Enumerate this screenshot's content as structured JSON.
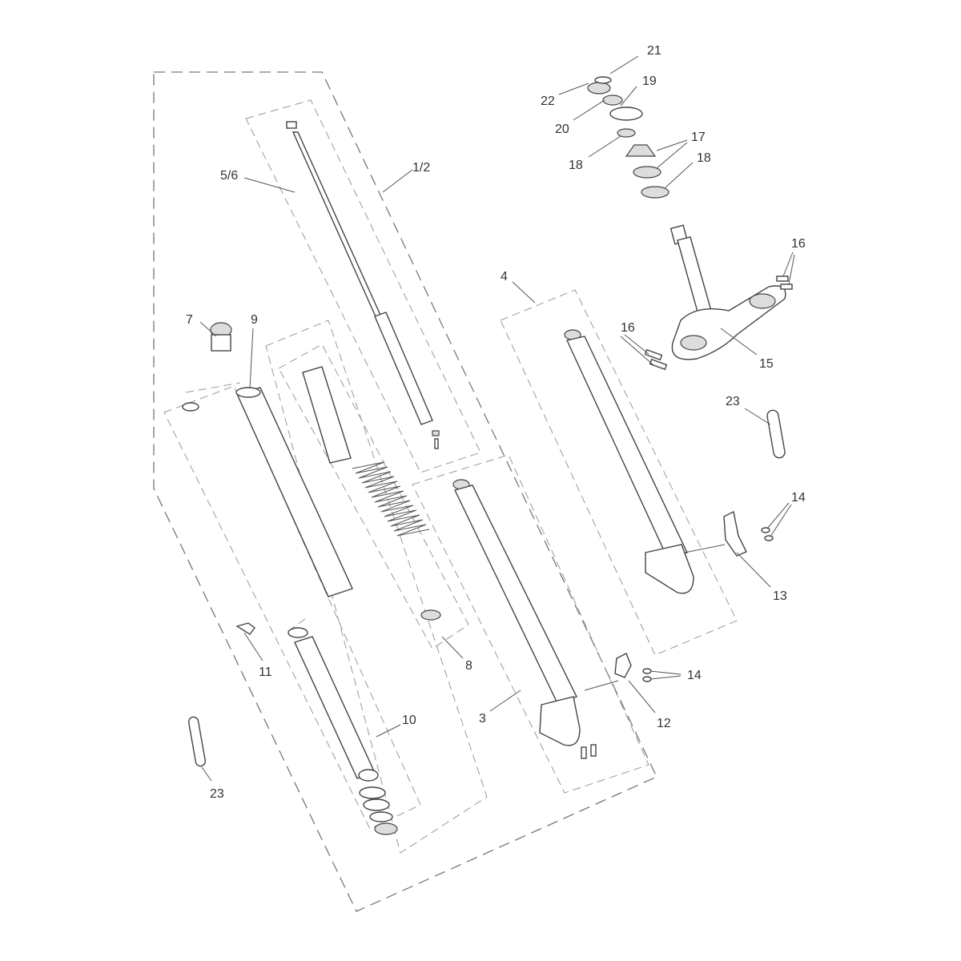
{
  "diagram": {
    "title": "Front fork and yokes exploded parts diagram",
    "callouts": {
      "c21": "21",
      "c22": "22",
      "c19": "19",
      "c20": "20",
      "c17": "17",
      "c18a": "18",
      "c18b": "18",
      "c16a": "16",
      "c16b": "16",
      "c15": "15",
      "c4": "4",
      "c1_2": "1/2",
      "c5_6": "5/6",
      "c7": "7",
      "c9": "9",
      "c23a": "23",
      "c14a": "14",
      "c13": "13",
      "c8": "8",
      "c11": "11",
      "c14b": "14",
      "c12": "12",
      "c3": "3",
      "c10": "10",
      "c23b": "23"
    }
  }
}
